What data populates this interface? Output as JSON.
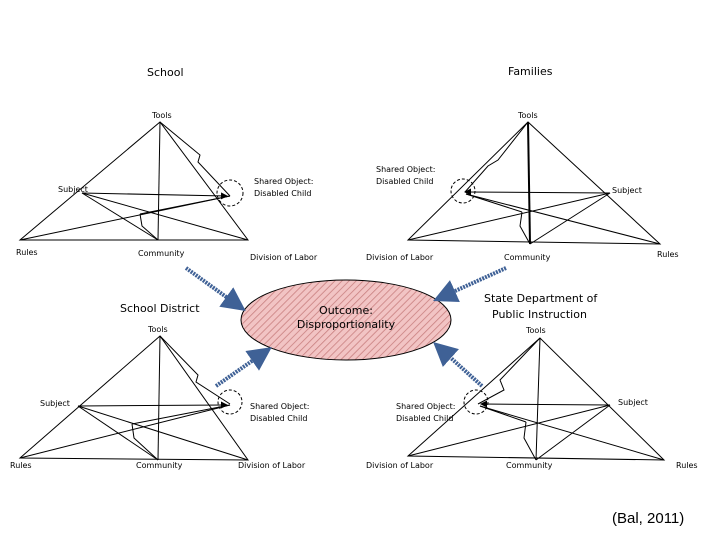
{
  "systems": {
    "school": {
      "title": "School",
      "tools": "Tools",
      "subject": "Subject",
      "rules": "Rules",
      "community": "Community",
      "division": "Division of Labor",
      "object_line1": "Shared Object:",
      "object_line2": "Disabled Child"
    },
    "families": {
      "title": "Families",
      "tools": "Tools",
      "subject": "Subject",
      "rules": "Rules",
      "community": "Community",
      "division": "Division of Labor",
      "object_line1": "Shared Object:",
      "object_line2": "Disabled Child"
    },
    "district": {
      "title": "School District",
      "tools": "Tools",
      "subject": "Subject",
      "rules": "Rules",
      "community": "Community",
      "division": "Division of Labor",
      "object_line1": "Shared Object:",
      "object_line2": "Disabled Child"
    },
    "state": {
      "title_line1": "State Department of",
      "title_line2": "Public Instruction",
      "tools": "Tools",
      "subject": "Subject",
      "rules": "Rules",
      "community": "Community",
      "division": "Division of Labor",
      "object_line1": "Shared Object:",
      "object_line2": "Disabled Child"
    }
  },
  "outcome": {
    "line1": "Outcome:",
    "line2": "Disproportionality"
  },
  "citation": "(Bal, 2011)",
  "colors": {
    "outcome_fill": "#f2c4c4",
    "outcome_hatch": "#c98080",
    "arrow": "#3f6196"
  }
}
